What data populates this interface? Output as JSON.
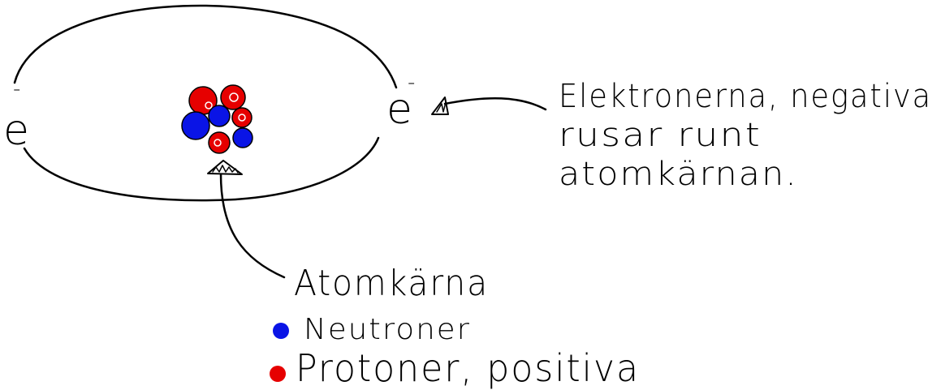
{
  "electron": {
    "symbol": "e",
    "charge": "-"
  },
  "nucleus": {
    "proton_color": "#e60000",
    "neutron_color": "#0a14e6"
  },
  "labels": {
    "electrons_line1": "Elektronerna, negativa",
    "electrons_line2": "rusar runt",
    "electrons_line3": "atomkärnan.",
    "nucleus": "Atomkärna"
  },
  "legend": [
    {
      "label": "Neutroner",
      "color": "#0a14e6"
    },
    {
      "label": "Protoner, positiva",
      "color": "#e60000"
    }
  ]
}
